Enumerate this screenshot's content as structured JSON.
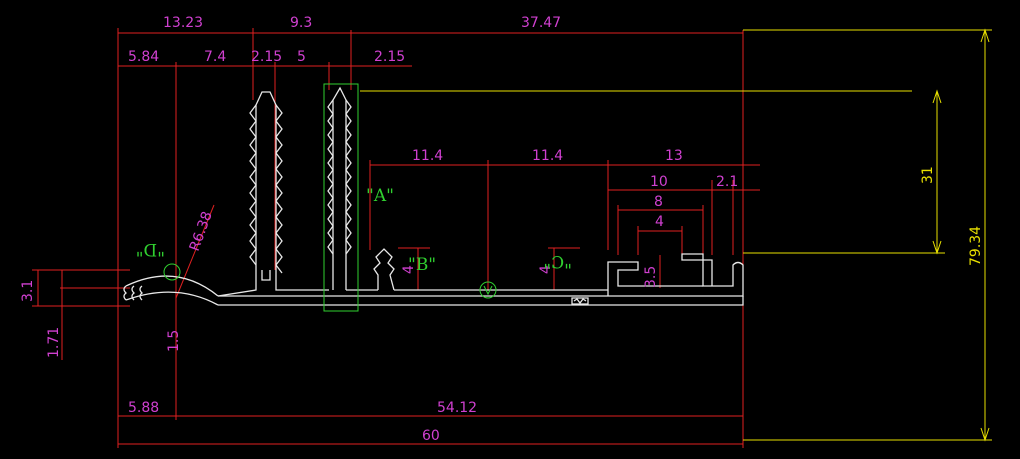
{
  "dimensions": {
    "top_overall": [
      "13.23",
      "9.3",
      "37.47"
    ],
    "top_detail": [
      "5.84",
      "7.4",
      "2.15",
      "5",
      "2.15"
    ],
    "mid_chain": [
      "11.4",
      "11.4",
      "13"
    ],
    "right_slot": [
      "10",
      "2.1",
      "8",
      "4",
      "3.5"
    ],
    "radius": "R6.38",
    "small": [
      "4",
      "4",
      "1.5"
    ],
    "left_vertical": [
      "3.1",
      "1.71"
    ],
    "bottom": [
      "5.88",
      "54.12",
      "60"
    ],
    "overall_height": "79.34",
    "height_31": "31"
  },
  "detail_labels": {
    "a": "\"A\"",
    "b": "\"B\"",
    "c": "\"C\"",
    "d": "\"D\""
  },
  "colors": {
    "background": "#000000",
    "dimension_lines": "#e02020",
    "dimension_text": "#d040d0",
    "profile": "#e8e8e8",
    "detail_labels": "#30d030",
    "overall_dims": "#e8e000"
  }
}
